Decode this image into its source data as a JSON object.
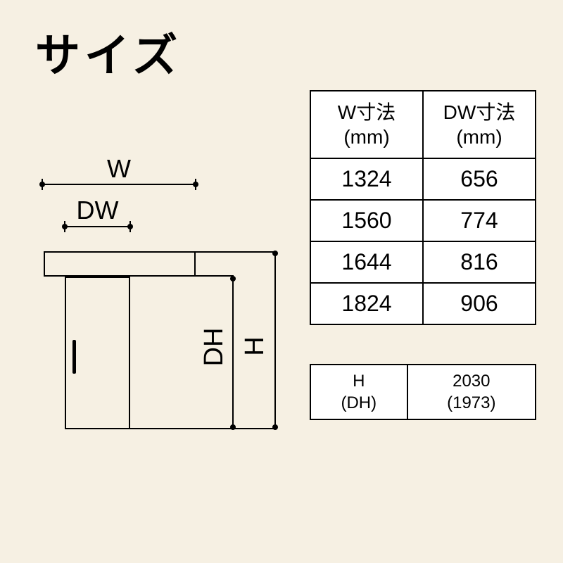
{
  "page": {
    "title": "サイズ",
    "background": "#f6f0e3"
  },
  "diagram": {
    "labels": {
      "w": "W",
      "dw": "DW",
      "dh": "DH",
      "h": "H"
    }
  },
  "size_table": {
    "headers": [
      [
        "W寸法",
        "(mm)"
      ],
      [
        "DW寸法",
        "(mm)"
      ]
    ],
    "rows": [
      [
        "1324",
        "656"
      ],
      [
        "1560",
        "774"
      ],
      [
        "1644",
        "816"
      ],
      [
        "1824",
        "906"
      ]
    ]
  },
  "height_table": {
    "label_lines": [
      "H",
      "(DH)"
    ],
    "value_lines": [
      "2030",
      "(1973)"
    ]
  }
}
